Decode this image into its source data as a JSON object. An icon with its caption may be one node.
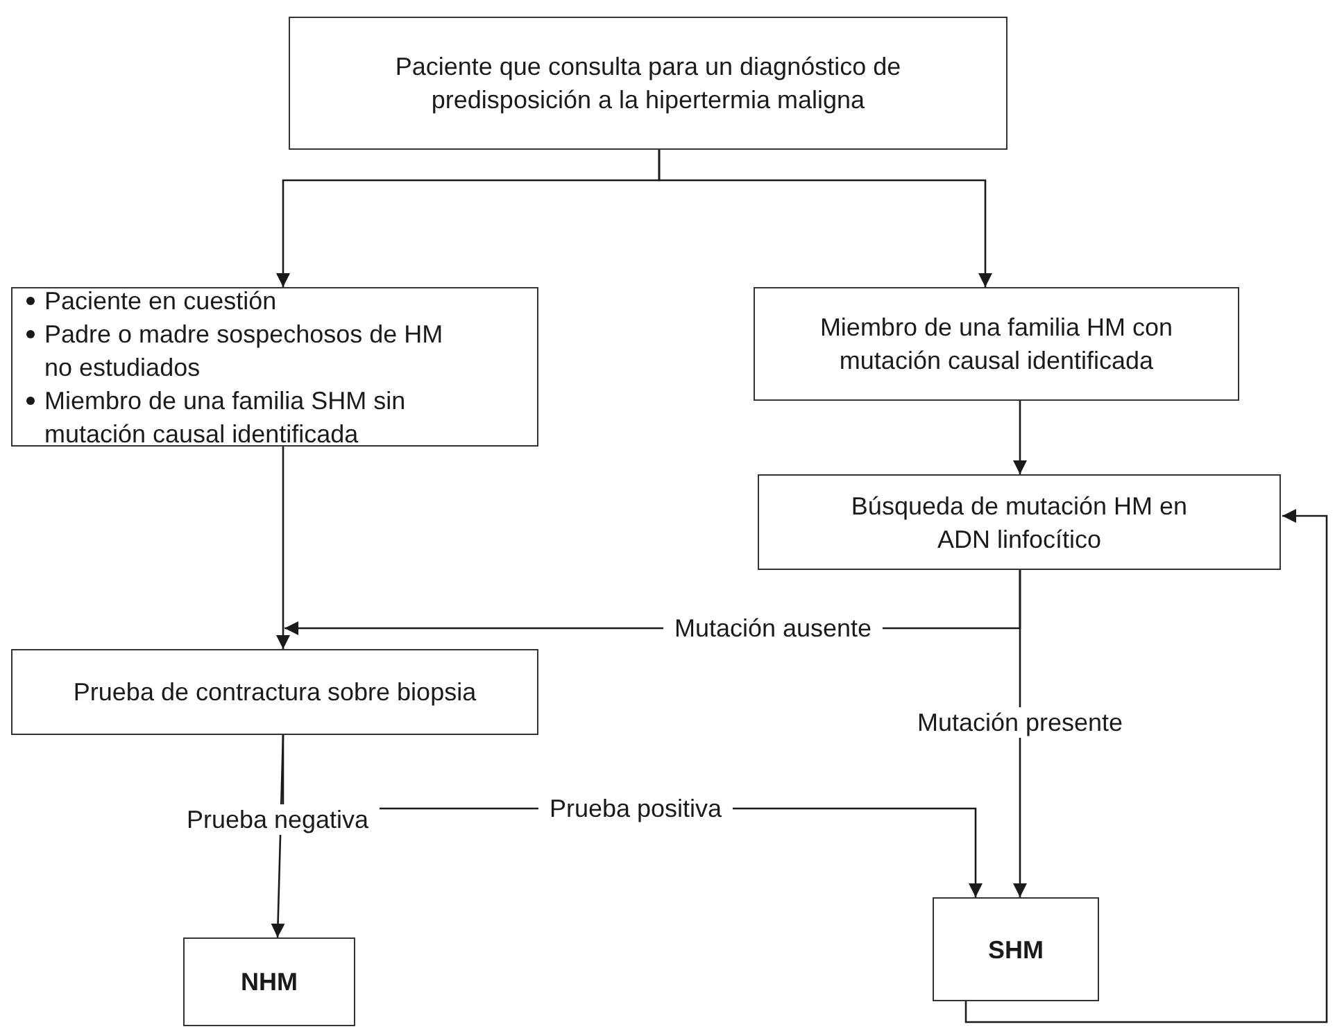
{
  "diagram": {
    "nodes": [
      {
        "text": [
          "Paciente que consulta para un diagnóstico de predisposición a la hipertermia maligna"
        ]
      },
      {
        "text": [
          "Paciente en cuestión",
          "Padre o madre sospechosos de HM no estudiados",
          "Miembro de una familia SHM sin mutación causal identificada"
        ]
      },
      {
        "text": [
          "Miembro de una familia HM con mutación causal identificada"
        ]
      },
      {
        "text": [
          "Búsqueda de mutación HM en ADN linfocítico"
        ]
      },
      {
        "text": [
          "Prueba de contractura sobre biopsia"
        ]
      },
      {
        "text": [
          "NHM"
        ]
      },
      {
        "text": [
          "SHM"
        ]
      }
    ],
    "edges": [
      {
        "from": 0,
        "to": 1,
        "arrow": "to"
      },
      {
        "from": 0,
        "to": 2,
        "arrow": "to"
      },
      {
        "from": 2,
        "to": 3,
        "arrow": "to"
      },
      {
        "from": 1,
        "to": 4,
        "arrow": "to"
      },
      {
        "from": 3,
        "to": 4,
        "arrow": "to",
        "label": "Mutación ausente"
      },
      {
        "from": 3,
        "to": 6,
        "arrow": "to",
        "label": "Mutación presente"
      },
      {
        "from": 4,
        "to": 6,
        "arrow": "to",
        "label": "Prueba positiva"
      },
      {
        "from": 4,
        "to": 5,
        "arrow": "to",
        "label": "Prueba negativa"
      },
      {
        "from": 6,
        "to": 3,
        "arrow": "to"
      }
    ]
  }
}
